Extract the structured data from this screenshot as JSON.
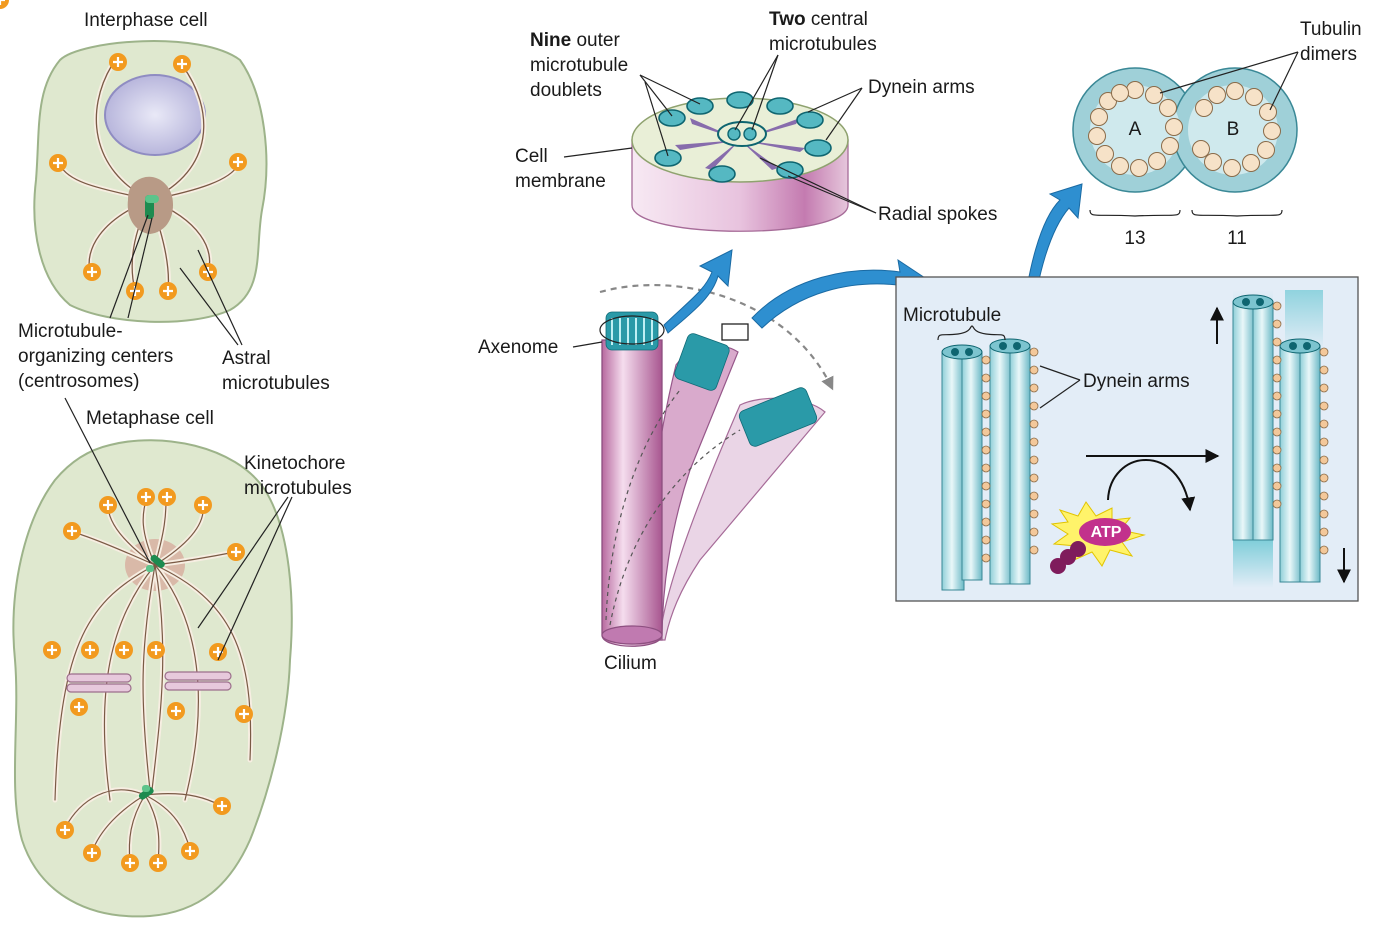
{
  "labels": {
    "interphase_cell": "Interphase cell",
    "mtoc_line1": "Microtubule-",
    "mtoc_line2": "organizing centers",
    "mtoc_line3": "(centrosomes)",
    "astral_line1": "Astral",
    "astral_line2": "microtubules",
    "metaphase_cell": "Metaphase cell",
    "kinetochore_line1": "Kinetochore",
    "kinetochore_line2": "microtubules",
    "nine_bold": "Nine",
    "nine_rest": " outer",
    "nine_line2": "microtubule",
    "nine_line3": "doublets",
    "two_bold": "Two",
    "two_rest": " central",
    "two_line2": "microtubules",
    "dynein_arms_top": "Dynein arms",
    "cell_membrane_line1": "Cell",
    "cell_membrane_line2": "membrane",
    "radial_spokes": "Radial spokes",
    "tubulin_line1": "Tubulin",
    "tubulin_line2": "dimers",
    "tubule_a": "A",
    "tubule_b": "B",
    "count_a": "13",
    "count_b": "11",
    "axenome": "Axenome",
    "cilium": "Cilium",
    "microtubule": "Microtubule",
    "dynein_arms_panel": "Dynein arms",
    "atp": "ATP"
  },
  "colors": {
    "cell_fill": "#dfe8cf",
    "nucleus": "#c9c8e6",
    "centrosome": "#b89a86",
    "plus_end": "#f29a1f",
    "microtubule_cyan": "#3aa9b8",
    "cilium_pink": "#cf8fc1",
    "panel_bg": "#e3edf7",
    "arrow_blue": "#2e8fd0",
    "atp_magenta": "#c2318c"
  }
}
